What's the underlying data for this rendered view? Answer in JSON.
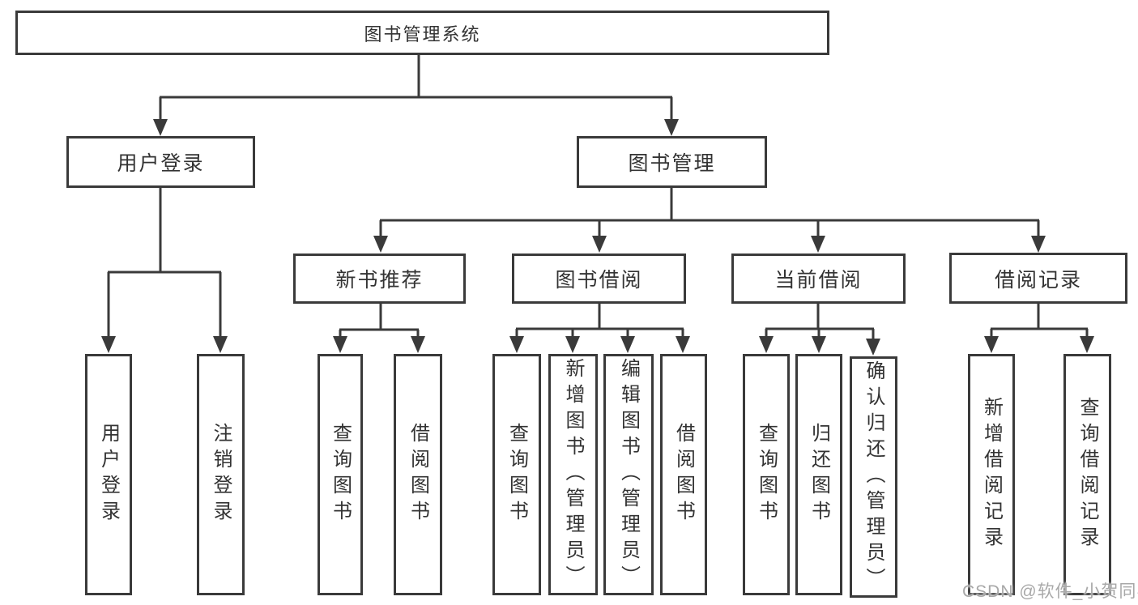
{
  "diagram": {
    "root": {
      "label": "图书管理系统"
    },
    "level2": [
      {
        "label": "用户登录"
      },
      {
        "label": "图书管理"
      }
    ],
    "level3": [
      {
        "label": "新书推荐"
      },
      {
        "label": "图书借阅"
      },
      {
        "label": "当前借阅"
      },
      {
        "label": "借阅记录"
      }
    ],
    "leaves": {
      "user_login": [
        {
          "label": "用户登录"
        },
        {
          "label": "注销登录"
        }
      ],
      "new_book": [
        {
          "label": "查询图书"
        },
        {
          "label": "借阅图书"
        }
      ],
      "book_borrow": [
        {
          "label": "查询图书"
        },
        {
          "label": "新增图书（管理员）"
        },
        {
          "label": "编辑图书（管理员）"
        },
        {
          "label": "借阅图书"
        }
      ],
      "current_borrow": [
        {
          "label": "查询图书"
        },
        {
          "label": "归还图书"
        },
        {
          "label": "确认归还（管理员）"
        }
      ],
      "borrow_record": [
        {
          "label": "新增借阅记录"
        },
        {
          "label": "查询借阅记录"
        }
      ]
    }
  },
  "watermark": {
    "text": "CSDN @软件_小贺同学"
  },
  "colors": {
    "line": "#3a3a3a",
    "node_border": "#3a3a3a",
    "text": "#333333",
    "background": "#ffffff",
    "watermark": "#a8a8a8"
  }
}
